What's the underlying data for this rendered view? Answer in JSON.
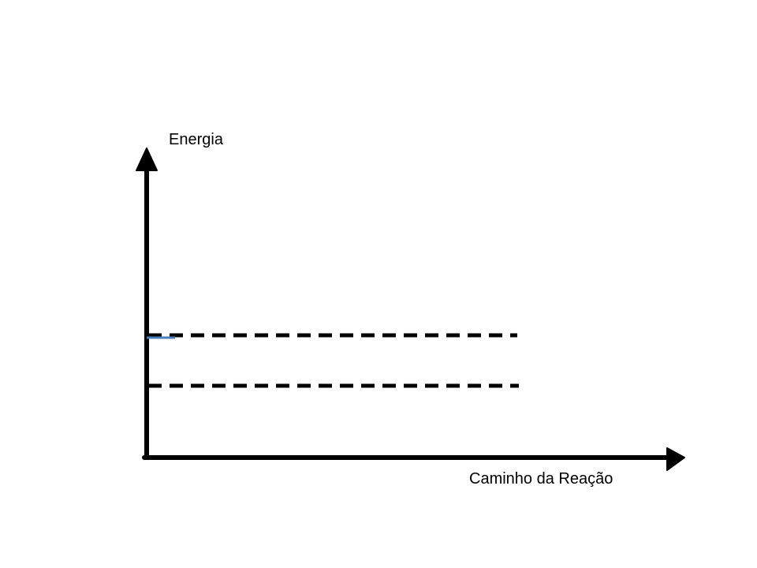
{
  "diagram": {
    "y_axis_label": "Energia",
    "x_axis_label": "Caminho da Reação",
    "reference_levels": [
      "upper",
      "lower"
    ]
  },
  "colors": {
    "axis": "#000000",
    "dashed_line": "#000000",
    "marker": "#4a7ebb",
    "background": "#ffffff"
  }
}
